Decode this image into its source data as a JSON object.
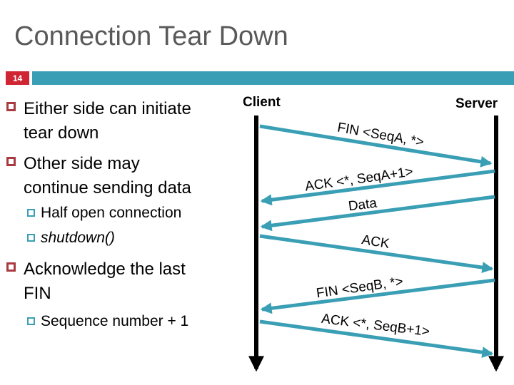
{
  "slide": {
    "title": "Connection Tear Down",
    "page_number": "14"
  },
  "bullets": [
    {
      "level": 1,
      "lines": [
        "Either side can initiate",
        "tear down"
      ]
    },
    {
      "level": 1,
      "lines": [
        "Other side may",
        "continue sending data"
      ]
    },
    {
      "level": 2,
      "lines": [
        "Half open connection"
      ]
    },
    {
      "level": 2,
      "lines": [
        "shutdown()"
      ],
      "italic": true
    },
    {
      "level": 1,
      "lines": [
        "Acknowledge the last",
        "FIN"
      ]
    },
    {
      "level": 2,
      "lines": [
        "Sequence number + 1"
      ]
    }
  ],
  "diagram": {
    "client_label": "Client",
    "server_label": "Server",
    "messages": [
      {
        "label": "FIN <SeqA, *>",
        "from": "client",
        "to": "server"
      },
      {
        "label": "ACK <*, SeqA+1>",
        "from": "server",
        "to": "client"
      },
      {
        "label": "Data",
        "from": "server",
        "to": "client"
      },
      {
        "label": "ACK",
        "from": "client",
        "to": "server"
      },
      {
        "label": "FIN <SeqB, *>",
        "from": "server",
        "to": "client"
      },
      {
        "label": "ACK <*, SeqB+1>",
        "from": "client",
        "to": "server"
      }
    ]
  },
  "colors": {
    "accent_teal": "#3a9fb5",
    "badge_red": "#d02533",
    "bullet_square_red": "#a93a42",
    "title_gray": "#595959",
    "lifeline_black": "#000000"
  }
}
